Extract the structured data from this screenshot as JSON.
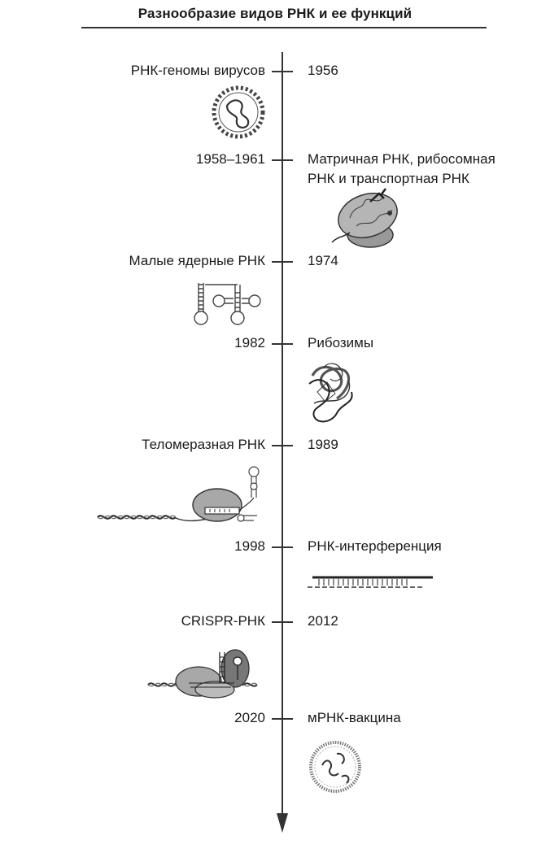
{
  "title": "Разнообразие видов РНК и ее функций",
  "events": [
    {
      "left": "РНК-геномы вирусов",
      "right": [
        "1956"
      ],
      "icon": "virus-icon"
    },
    {
      "left": "1958–1961",
      "right": [
        "Матричная РНК, рибосомная",
        "РНК и транспортная РНК"
      ],
      "icon": "ribosome-icon"
    },
    {
      "left": "Малые ядерные РНК",
      "right": [
        "1974"
      ],
      "icon": "snrna-icon"
    },
    {
      "left": "1982",
      "right": [
        "Рибозимы"
      ],
      "icon": "ribozyme-icon"
    },
    {
      "left": "Теломеразная РНК",
      "right": [
        "1989"
      ],
      "icon": "telomerase-icon"
    },
    {
      "left": "1998",
      "right": [
        "РНК-интерференция"
      ],
      "icon": "rnai-icon"
    },
    {
      "left": "CRISPR-РНК",
      "right": [
        "2012"
      ],
      "icon": "crispr-icon"
    },
    {
      "left": "2020",
      "right": [
        "мРНК-вакцина"
      ],
      "icon": "mrna-vaccine-icon"
    }
  ]
}
